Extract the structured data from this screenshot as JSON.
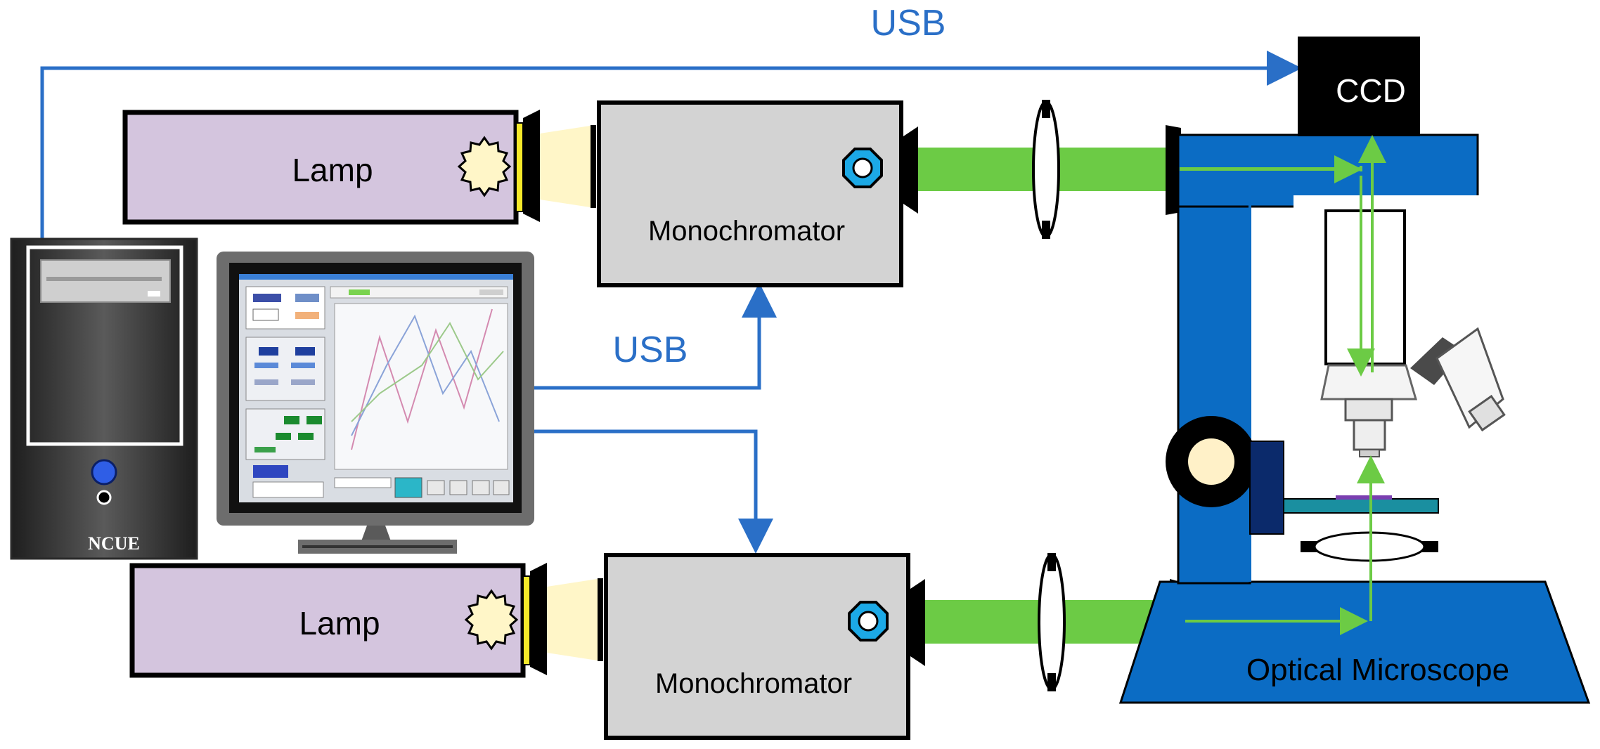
{
  "labels": {
    "usb_top": "USB",
    "usb_middle": "USB",
    "ccd": "CCD",
    "lamp_top": "Lamp",
    "lamp_bottom": "Lamp",
    "mono_top": "Monochromator",
    "mono_bottom": "Monochromator",
    "microscope": "Optical Microscope",
    "computer_brand": "NCUE"
  },
  "colors": {
    "usb_line": "#2A6FC7",
    "beam": "#6CCB45",
    "lamp_body": "#D4C5DE",
    "mono_body": "#D3D3D3",
    "microscope": "#0B6CC4",
    "ccd": "#000000",
    "lamp_lens": "#F5E92A",
    "light_cone": "#FFF6C8"
  },
  "icons": {
    "lamp_bulb": "sun-burst-icon",
    "mono_port": "octagon-port-icon"
  }
}
